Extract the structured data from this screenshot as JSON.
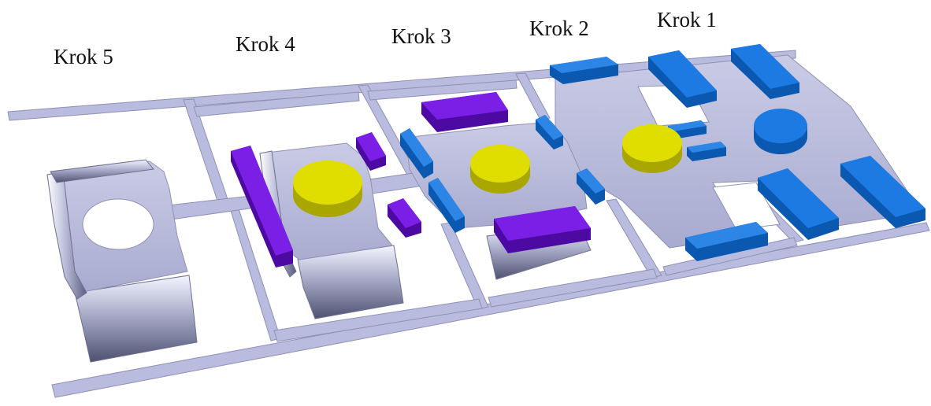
{
  "diagram": {
    "steps": [
      {
        "label": "Krok 1"
      },
      {
        "label": "Krok 2"
      },
      {
        "label": "Krok 3"
      },
      {
        "label": "Krok 4"
      },
      {
        "label": "Krok 5"
      }
    ]
  },
  "colors": {
    "strip": "#b2b5d8",
    "strip_light": "#d9dbef",
    "strip_shadow": "#6d7090",
    "blue_pad": "#0f6fd6",
    "purple_pad": "#6b0fd6",
    "yellow_disc": "#e0dd00"
  }
}
